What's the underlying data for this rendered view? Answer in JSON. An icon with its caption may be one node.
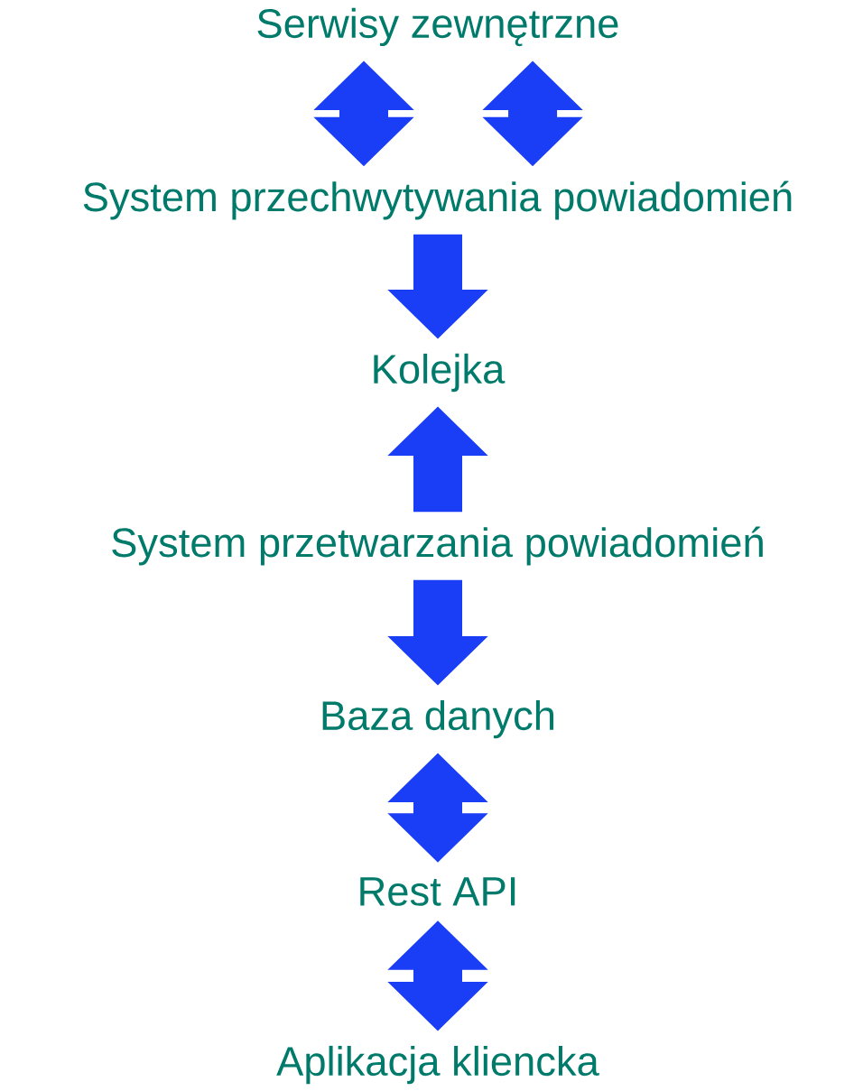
{
  "diagram": {
    "nodes": [
      {
        "text": [
          "Serwisy zewnętrzne"
        ]
      },
      {
        "text": [
          "System przechwytywania powiadomień"
        ]
      },
      {
        "text": [
          "Kolejka"
        ]
      },
      {
        "text": [
          "System przetwarzania powiadomień"
        ]
      },
      {
        "text": [
          "Baza danych"
        ]
      },
      {
        "text": [
          "Rest API"
        ]
      },
      {
        "text": [
          "Aplikacja kliencka"
        ]
      }
    ],
    "edges": [
      {
        "from": 0,
        "to": 1,
        "arrow": "both"
      },
      {
        "from": 0,
        "to": 1,
        "arrow": "both"
      },
      {
        "from": 1,
        "to": 2,
        "arrow": "to"
      },
      {
        "from": 3,
        "to": 2,
        "arrow": "to"
      },
      {
        "from": 3,
        "to": 4,
        "arrow": "to"
      },
      {
        "from": 4,
        "to": 5,
        "arrow": "both"
      },
      {
        "from": 5,
        "to": 6,
        "arrow": "both"
      }
    ]
  }
}
